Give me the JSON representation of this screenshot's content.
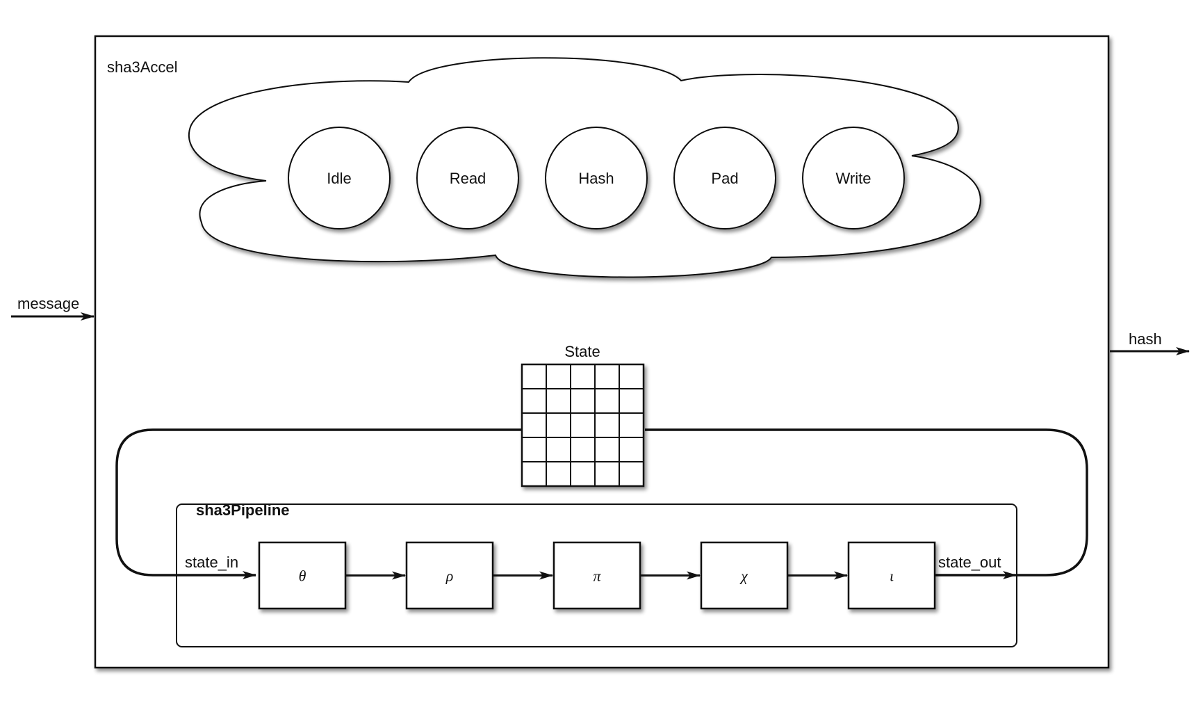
{
  "diagram": {
    "outer_block": {
      "label": "sha3Accel"
    },
    "inputs": [
      {
        "label": "message"
      }
    ],
    "outputs": [
      {
        "label": "hash"
      }
    ],
    "state_machine": {
      "states": [
        "Idle",
        "Read",
        "Hash",
        "Pad",
        "Write"
      ]
    },
    "state_register": {
      "label": "State",
      "grid": [
        5,
        5
      ]
    },
    "pipeline": {
      "label": "sha3Pipeline",
      "input_label": "state_in",
      "output_label": "state_out",
      "stages": [
        "θ",
        "ρ",
        "π",
        "χ",
        "ι"
      ]
    }
  }
}
